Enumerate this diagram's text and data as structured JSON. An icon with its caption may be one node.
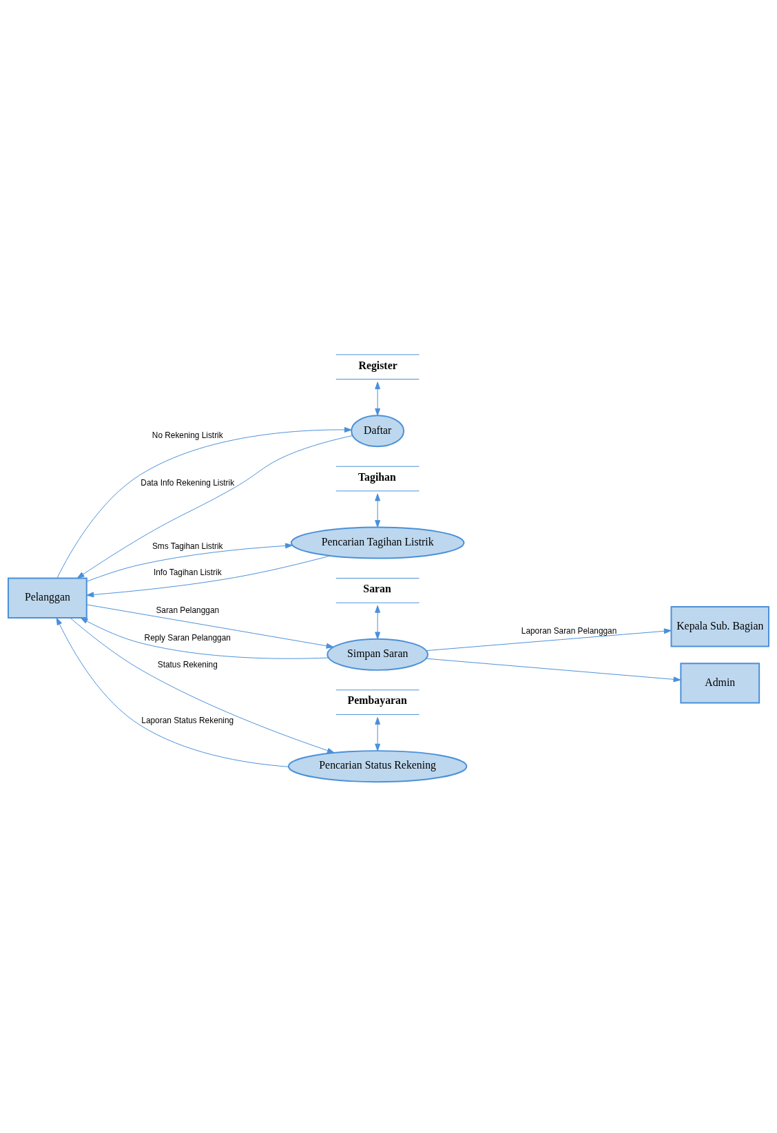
{
  "diagram": {
    "nodes": [
      {
        "text": [
          "Pelanggan"
        ]
      },
      {
        "text": [
          "Register"
        ]
      },
      {
        "text": [
          "Daftar"
        ]
      },
      {
        "text": [
          "Tagihan"
        ]
      },
      {
        "text": [
          "Pencarian Tagihan Listrik"
        ]
      },
      {
        "text": [
          "Saran"
        ]
      },
      {
        "text": [
          "Simpan Saran"
        ]
      },
      {
        "text": [
          "Pembayaran"
        ]
      },
      {
        "text": [
          "Pencarian Status Rekening"
        ]
      },
      {
        "text": [
          "Kepala Sub. Bagian"
        ]
      },
      {
        "text": [
          "Admin"
        ]
      }
    ],
    "edges": [
      {
        "from": 1,
        "to": 2,
        "arrow": "both"
      },
      {
        "from": 0,
        "to": 2,
        "arrow": "to",
        "label": "No Rekening Listrik"
      },
      {
        "from": 2,
        "to": 0,
        "arrow": "to",
        "label": "Data Info Rekening Listrik"
      },
      {
        "from": 3,
        "to": 4,
        "arrow": "both"
      },
      {
        "from": 0,
        "to": 4,
        "arrow": "to",
        "label": "Sms Tagihan Listrik"
      },
      {
        "from": 4,
        "to": 0,
        "arrow": "to",
        "label": "Info Tagihan Listrik"
      },
      {
        "from": 5,
        "to": 6,
        "arrow": "both"
      },
      {
        "from": 0,
        "to": 6,
        "arrow": "to",
        "label": "Saran Pelanggan"
      },
      {
        "from": 6,
        "to": 9,
        "arrow": "to",
        "label": "Laporan Saran Pelanggan"
      },
      {
        "from": 6,
        "to": 10,
        "arrow": "to"
      },
      {
        "from": 6,
        "to": 0,
        "arrow": "to",
        "label": "Reply Saran Pelanggan"
      },
      {
        "from": 7,
        "to": 8,
        "arrow": "both"
      },
      {
        "from": 0,
        "to": 8,
        "arrow": "to",
        "label": "Status Rekening"
      },
      {
        "from": 8,
        "to": 0,
        "arrow": "to",
        "label": "Laporan Status Rekening"
      }
    ]
  }
}
